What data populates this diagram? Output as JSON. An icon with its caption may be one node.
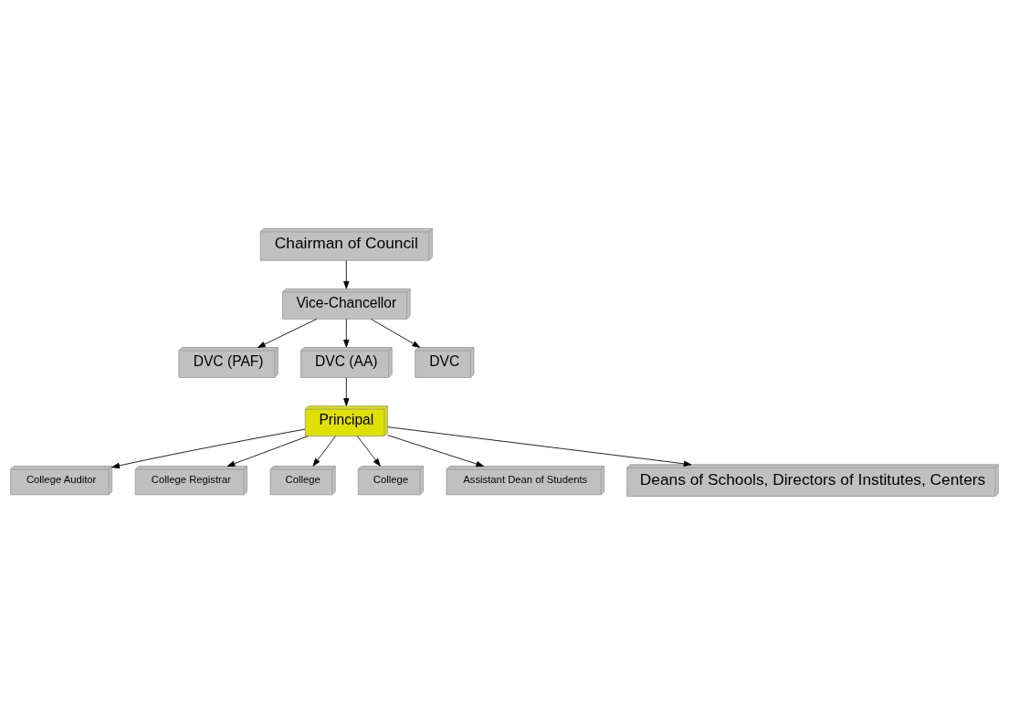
{
  "diagram": {
    "nodes": [
      {
        "text": [
          "Chairman of Council"
        ]
      },
      {
        "text": [
          "Vice-Chancellor"
        ]
      },
      {
        "text": [
          "DVC (PAF)"
        ]
      },
      {
        "text": [
          "DVC (AA)"
        ]
      },
      {
        "text": [
          "DVC"
        ]
      },
      {
        "text": [
          "College Auditor"
        ]
      },
      {
        "text": [
          "Principal"
        ]
      },
      {
        "text": [
          "College Registrar"
        ]
      },
      {
        "text": [
          "College"
        ]
      },
      {
        "text": [
          "College"
        ]
      },
      {
        "text": [
          "Assistant Dean of Students"
        ]
      },
      {
        "text": [
          "Deans of Schools, Directors of Institutes, Centers"
        ]
      }
    ],
    "edges": [
      {
        "from": 0,
        "to": 1,
        "arrow": "to"
      },
      {
        "from": 1,
        "to": 2,
        "arrow": "to"
      },
      {
        "from": 1,
        "to": 3,
        "arrow": "to"
      },
      {
        "from": 1,
        "to": 4,
        "arrow": "to"
      },
      {
        "from": 3,
        "to": 6,
        "arrow": "to"
      },
      {
        "from": 6,
        "to": 5,
        "arrow": "to"
      },
      {
        "from": 6,
        "to": 8,
        "arrow": "to"
      },
      {
        "from": 6,
        "to": 7,
        "arrow": "to"
      },
      {
        "from": 6,
        "to": 9,
        "arrow": "to"
      },
      {
        "from": 6,
        "to": 10,
        "arrow": "to"
      },
      {
        "from": 6,
        "to": 11,
        "arrow": "to"
      }
    ]
  }
}
